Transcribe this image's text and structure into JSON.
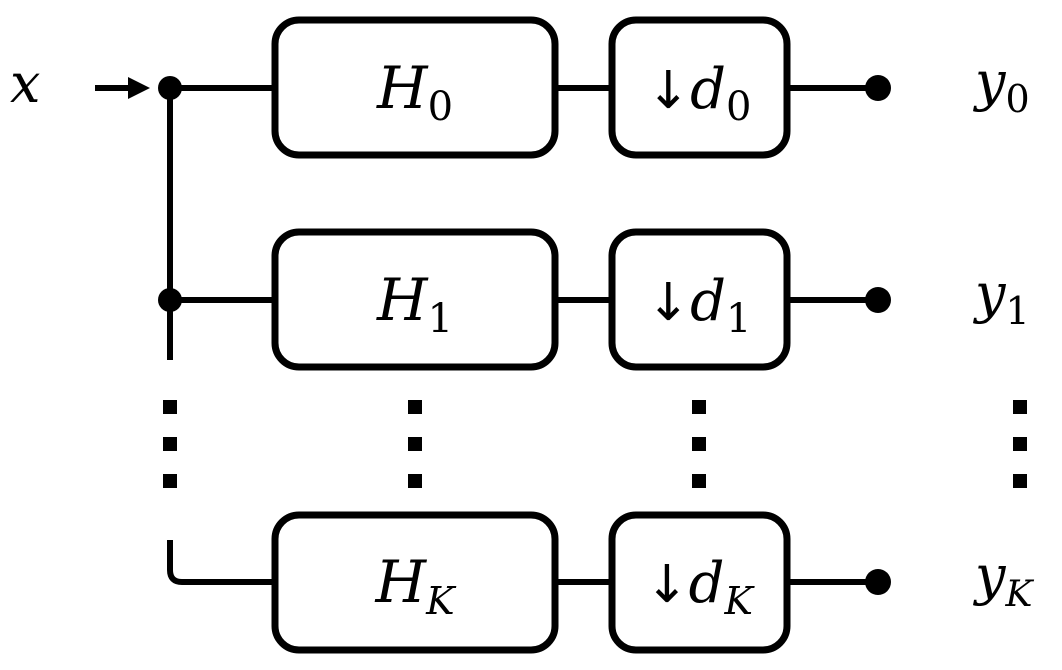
{
  "input": {
    "symbol": "x"
  },
  "branches": [
    {
      "filter": {
        "base": "H",
        "sub": "0"
      },
      "down": {
        "arrow": "↓",
        "base": "d",
        "sub": "0"
      },
      "output": {
        "base": "y",
        "sub": "0"
      }
    },
    {
      "filter": {
        "base": "H",
        "sub": "1"
      },
      "down": {
        "arrow": "↓",
        "base": "d",
        "sub": "1"
      },
      "output": {
        "base": "y",
        "sub": "1"
      }
    },
    {
      "filter": {
        "base": "H",
        "sub": "K"
      },
      "down": {
        "arrow": "↓",
        "base": "d",
        "sub": "K"
      },
      "output": {
        "base": "y",
        "sub": "K"
      }
    }
  ]
}
